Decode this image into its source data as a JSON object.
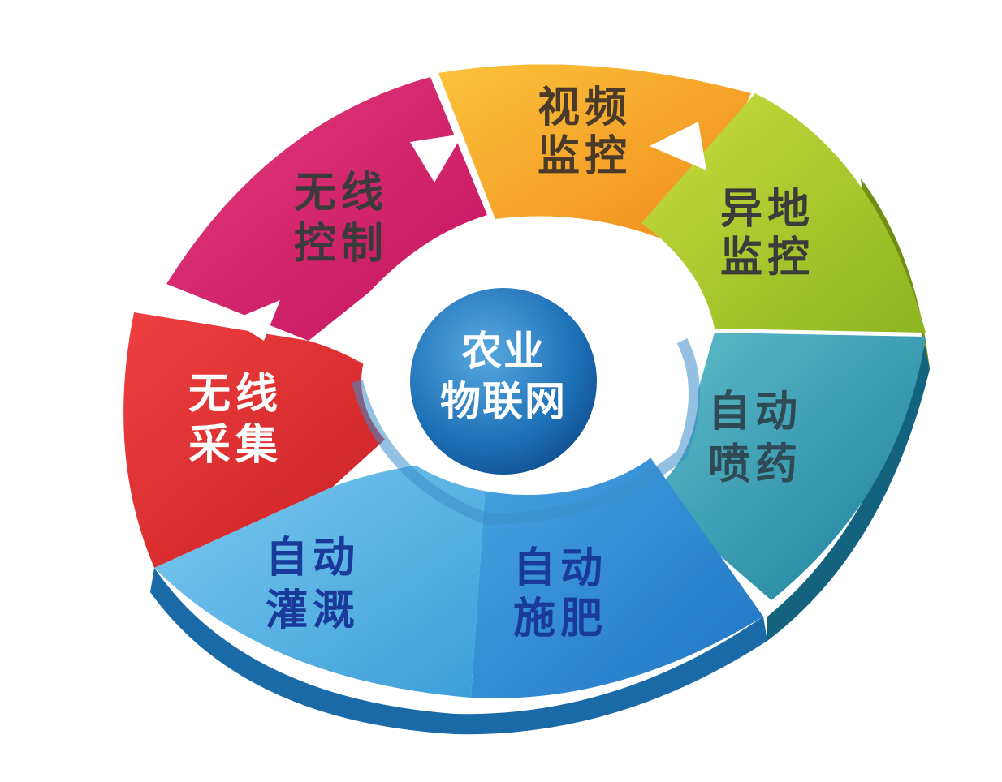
{
  "hub": {
    "line1": "农业",
    "line2": "物联网"
  },
  "segments": [
    {
      "id": "wireless-control",
      "line1": "无线",
      "line2": "控制",
      "color": "#e8337a"
    },
    {
      "id": "video-monitoring",
      "line1": "视频",
      "line2": "监控",
      "color": "#f6a21a"
    },
    {
      "id": "remote-monitoring",
      "line1": "异地",
      "line2": "监控",
      "color": "#a9c82a"
    },
    {
      "id": "auto-spraying",
      "line1": "自动",
      "line2": "喷药",
      "color": "#3aa6b9"
    },
    {
      "id": "auto-fertilization",
      "line1": "自动",
      "line2": "施肥",
      "color": "#2b93d6"
    },
    {
      "id": "auto-irrigation",
      "line1": "自动",
      "line2": "灌溉",
      "color": "#4fb0e0"
    },
    {
      "id": "wireless-collection",
      "line1": "无线",
      "line2": "采集",
      "color": "#e53030"
    }
  ],
  "colors": {
    "hub": "#1f73b8",
    "label_dark": "#3b3b3b",
    "label_blue": "#1a3a9a",
    "arrow": "#ffffff"
  }
}
